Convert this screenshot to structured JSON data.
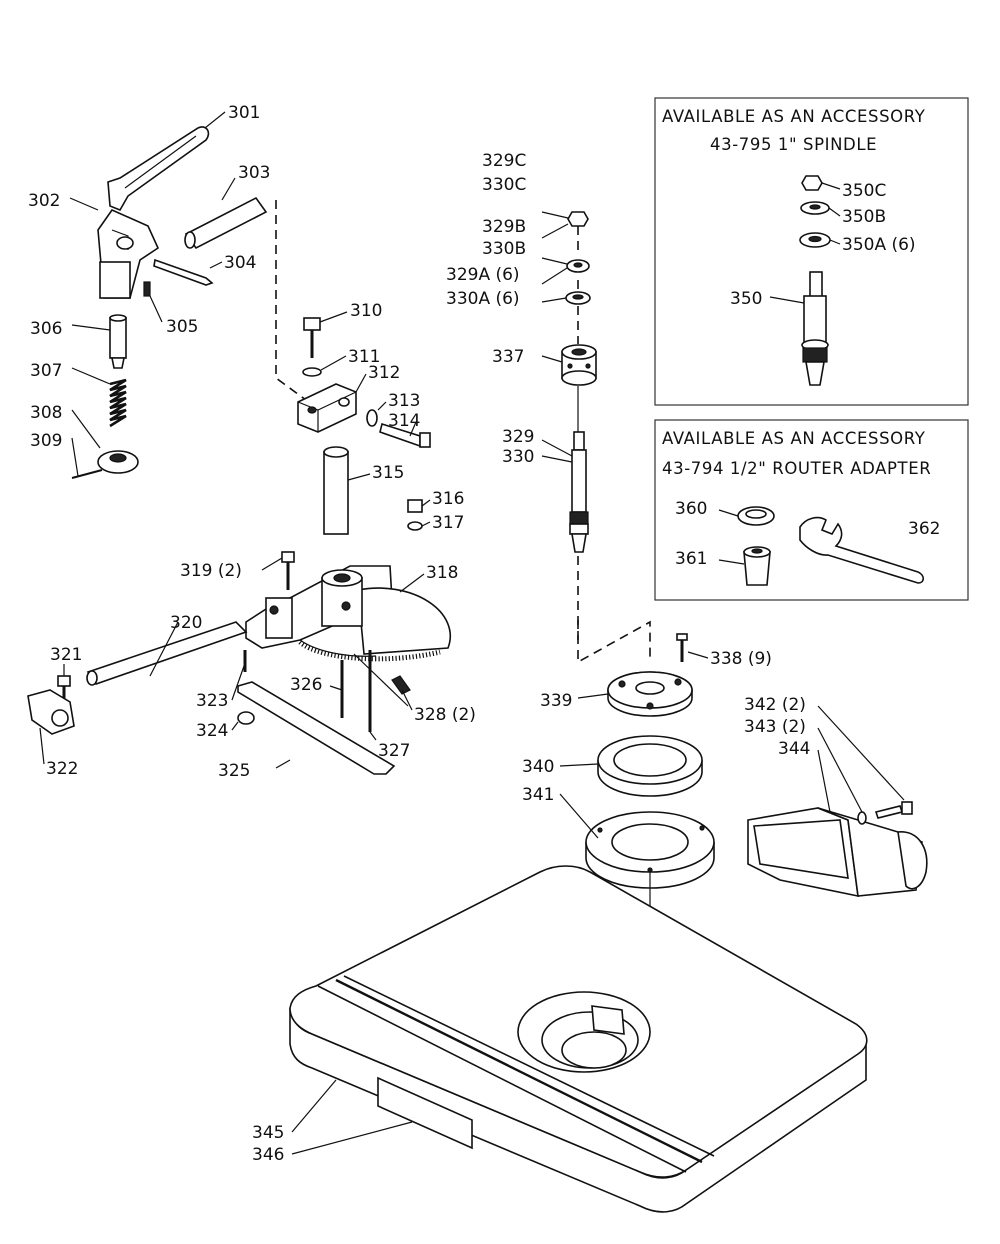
{
  "accessory_boxes": {
    "spindle": {
      "line1": "AVAILABLE AS AN ACCESSORY",
      "line2": "43-795 1\" SPINDLE"
    },
    "router": {
      "line1": "AVAILABLE AS AN ACCESSORY",
      "line2": "43-794 1/2\" ROUTER ADAPTER"
    }
  },
  "labels": {
    "p301": "301",
    "p302": "302",
    "p303": "303",
    "p304": "304",
    "p305": "305",
    "p306": "306",
    "p307": "307",
    "p308": "308",
    "p309": "309",
    "p310": "310",
    "p311": "311",
    "p312": "312",
    "p313": "313",
    "p314": "314",
    "p315": "315",
    "p316": "316",
    "p317": "317",
    "p318": "318",
    "p319": "319 (2)",
    "p320": "320",
    "p321": "321",
    "p322": "322",
    "p323": "323",
    "p324": "324",
    "p325": "325",
    "p326": "326",
    "p327": "327",
    "p328": "328 (2)",
    "p329c": "329C",
    "p330c": "330C",
    "p329b": "329B",
    "p330b": "330B",
    "p329a": "329A (6)",
    "p330a": "330A (6)",
    "p337": "337",
    "p329": "329",
    "p330": "330",
    "p338": "338 (9)",
    "p339": "339",
    "p340": "340",
    "p341": "341",
    "p342": "342 (2)",
    "p343": "343 (2)",
    "p344": "344",
    "p345": "345",
    "p346": "346",
    "p350c": "350C",
    "p350b": "350B",
    "p350a": "350A (6)",
    "p350": "350",
    "p360": "360",
    "p361": "361",
    "p362": "362"
  }
}
